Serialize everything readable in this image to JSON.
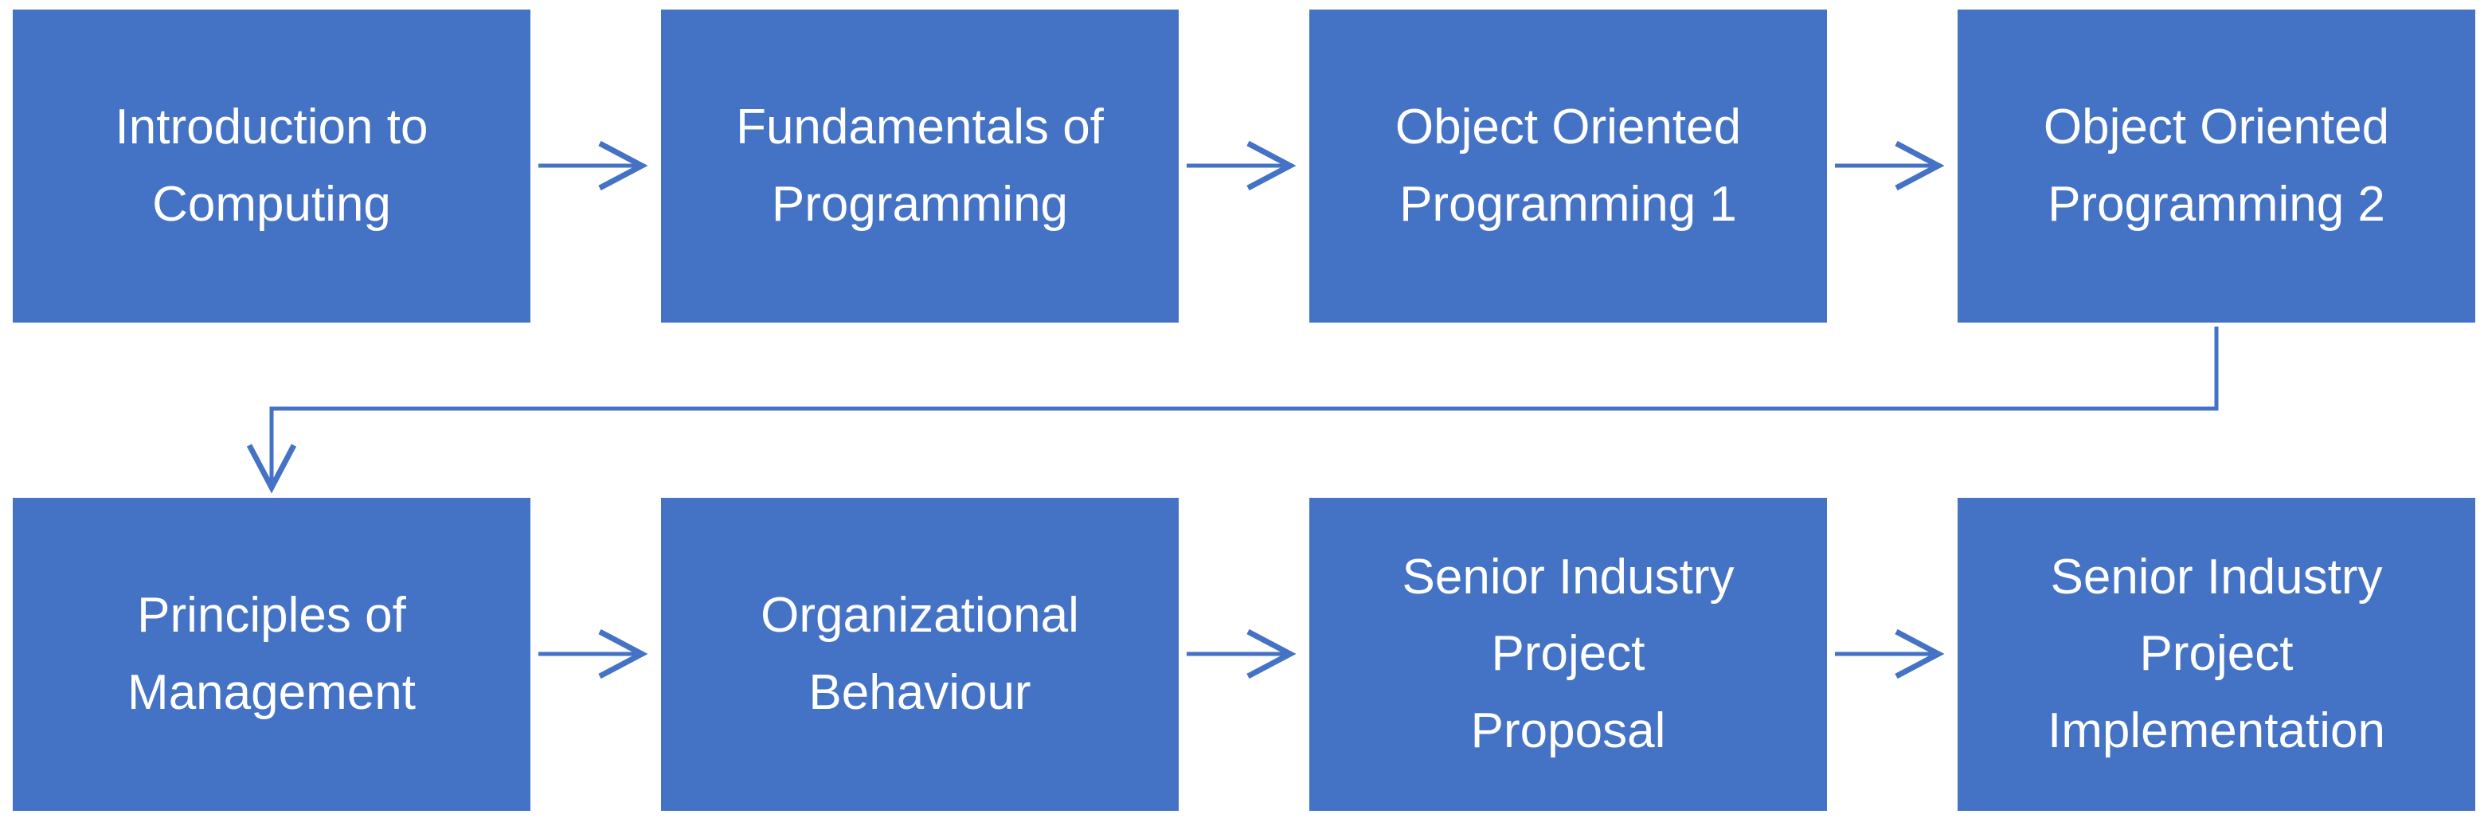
{
  "diagram": {
    "type": "flowchart",
    "background_color": "#ffffff",
    "node_fill_color": "#4472c4",
    "node_text_color": "#ffffff",
    "connector_color": "#4472c4",
    "rows": 2,
    "columns": 4
  },
  "nodes": [
    {
      "id": "introduction-to-computing",
      "row": 1,
      "col": 1,
      "label": "Introduction to\nComputing"
    },
    {
      "id": "fundamentals-of-programming",
      "row": 1,
      "col": 2,
      "label": "Fundamentals of\nProgramming"
    },
    {
      "id": "object-oriented-programming-1",
      "row": 1,
      "col": 3,
      "label": "Object Oriented\nProgramming 1"
    },
    {
      "id": "object-oriented-programming-2",
      "row": 1,
      "col": 4,
      "label": "Object Oriented\nProgramming 2"
    },
    {
      "id": "principles-of-management",
      "row": 2,
      "col": 1,
      "label": "Principles of\nManagement"
    },
    {
      "id": "organizational-behaviour",
      "row": 2,
      "col": 2,
      "label": "Organizational\nBehaviour"
    },
    {
      "id": "senior-industry-project-proposal",
      "row": 2,
      "col": 3,
      "label": "Senior Industry\nProject\nProposal"
    },
    {
      "id": "senior-industry-project-implementation",
      "row": 2,
      "col": 4,
      "label": "Senior Industry\nProject\nImplementation"
    }
  ],
  "connections": [
    {
      "from": "introduction-to-computing",
      "to": "fundamentals-of-programming",
      "style": "straight-right-arrow"
    },
    {
      "from": "fundamentals-of-programming",
      "to": "object-oriented-programming-1",
      "style": "straight-right-arrow"
    },
    {
      "from": "object-oriented-programming-1",
      "to": "object-oriented-programming-2",
      "style": "straight-right-arrow"
    },
    {
      "from": "object-oriented-programming-2",
      "to": "principles-of-management",
      "style": "elbow-down-left-down-arrow"
    },
    {
      "from": "principles-of-management",
      "to": "organizational-behaviour",
      "style": "straight-right-arrow"
    },
    {
      "from": "organizational-behaviour",
      "to": "senior-industry-project-proposal",
      "style": "straight-right-arrow"
    },
    {
      "from": "senior-industry-project-proposal",
      "to": "senior-industry-project-implementation",
      "style": "straight-right-arrow"
    }
  ]
}
